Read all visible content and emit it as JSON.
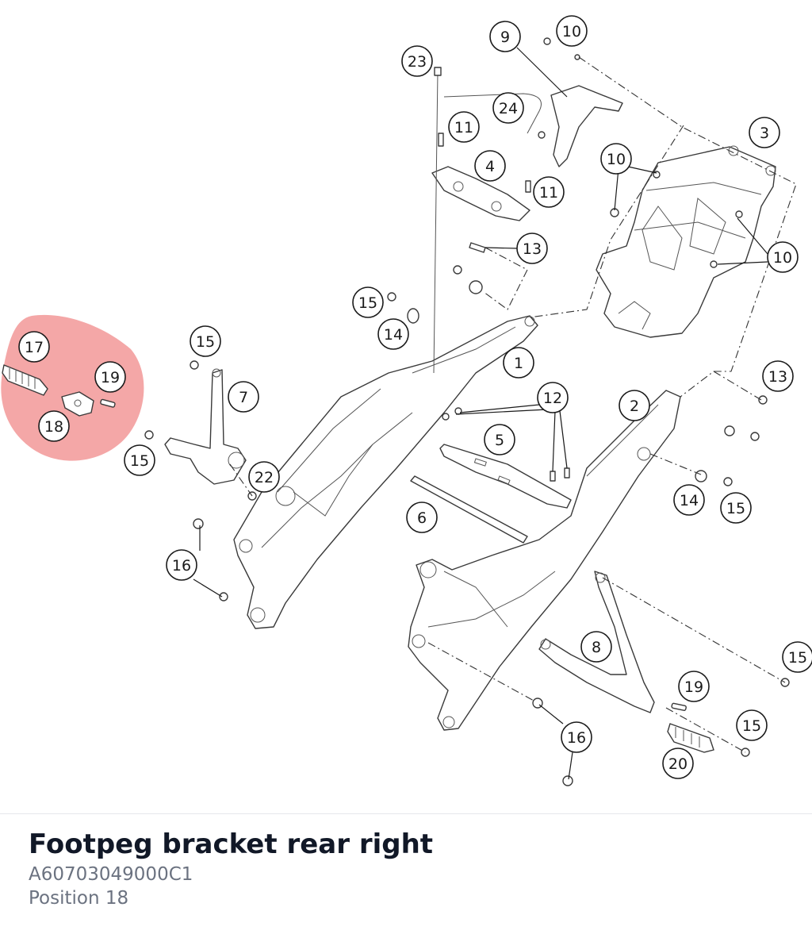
{
  "diagram": {
    "highlight_color": "#f08a8a",
    "callouts": [
      {
        "id": "c9",
        "label": "9"
      },
      {
        "id": "c10a",
        "label": "10"
      },
      {
        "id": "c23",
        "label": "23"
      },
      {
        "id": "c24",
        "label": "24"
      },
      {
        "id": "c11a",
        "label": "11"
      },
      {
        "id": "c4",
        "label": "4"
      },
      {
        "id": "c11b",
        "label": "11"
      },
      {
        "id": "c3",
        "label": "3"
      },
      {
        "id": "c10b",
        "label": "10"
      },
      {
        "id": "c10c",
        "label": "10"
      },
      {
        "id": "c13a",
        "label": "13"
      },
      {
        "id": "c15a",
        "label": "15"
      },
      {
        "id": "c14a",
        "label": "14"
      },
      {
        "id": "c1",
        "label": "1"
      },
      {
        "id": "c17",
        "label": "17"
      },
      {
        "id": "c19a",
        "label": "19"
      },
      {
        "id": "c18",
        "label": "18"
      },
      {
        "id": "c15b",
        "label": "15"
      },
      {
        "id": "c7",
        "label": "7"
      },
      {
        "id": "c15c",
        "label": "15"
      },
      {
        "id": "c22",
        "label": "22"
      },
      {
        "id": "c16a",
        "label": "16"
      },
      {
        "id": "c12",
        "label": "12"
      },
      {
        "id": "c5",
        "label": "5"
      },
      {
        "id": "c6",
        "label": "6"
      },
      {
        "id": "c2",
        "label": "2"
      },
      {
        "id": "c13b",
        "label": "13"
      },
      {
        "id": "c14b",
        "label": "14"
      },
      {
        "id": "c15d",
        "label": "15"
      },
      {
        "id": "c8",
        "label": "8"
      },
      {
        "id": "c15e",
        "label": "15"
      },
      {
        "id": "c19b",
        "label": "19"
      },
      {
        "id": "c15f",
        "label": "15"
      },
      {
        "id": "c16b",
        "label": "16"
      },
      {
        "id": "c20",
        "label": "20"
      }
    ]
  },
  "part": {
    "title": "Footpeg bracket rear right",
    "number": "A60703049000C1",
    "position": "Position 18"
  }
}
